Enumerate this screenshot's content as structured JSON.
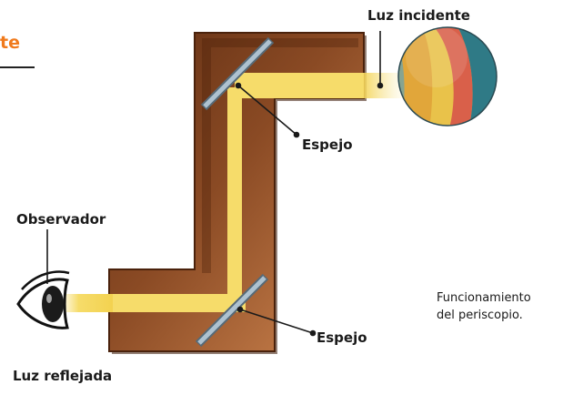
{
  "heading_fragment": "te",
  "labels": {
    "incident_light": "Luz incidente",
    "mirror_top": "Espejo",
    "observer": "Observador",
    "mirror_bottom": "Espejo",
    "reflected_light": "Luz reflejada"
  },
  "caption": {
    "line1": "Funcionamiento",
    "line2": "del periscopio."
  },
  "colors": {
    "tube_dark": "#6a3518",
    "tube_light": "#c77a45",
    "light_beam": "#f6dc6a",
    "mirror": "#9fb3c3",
    "heading_accent": "#f07a1c"
  },
  "icons": [
    "beach-ball-icon",
    "eye-icon",
    "mirror-icon"
  ]
}
